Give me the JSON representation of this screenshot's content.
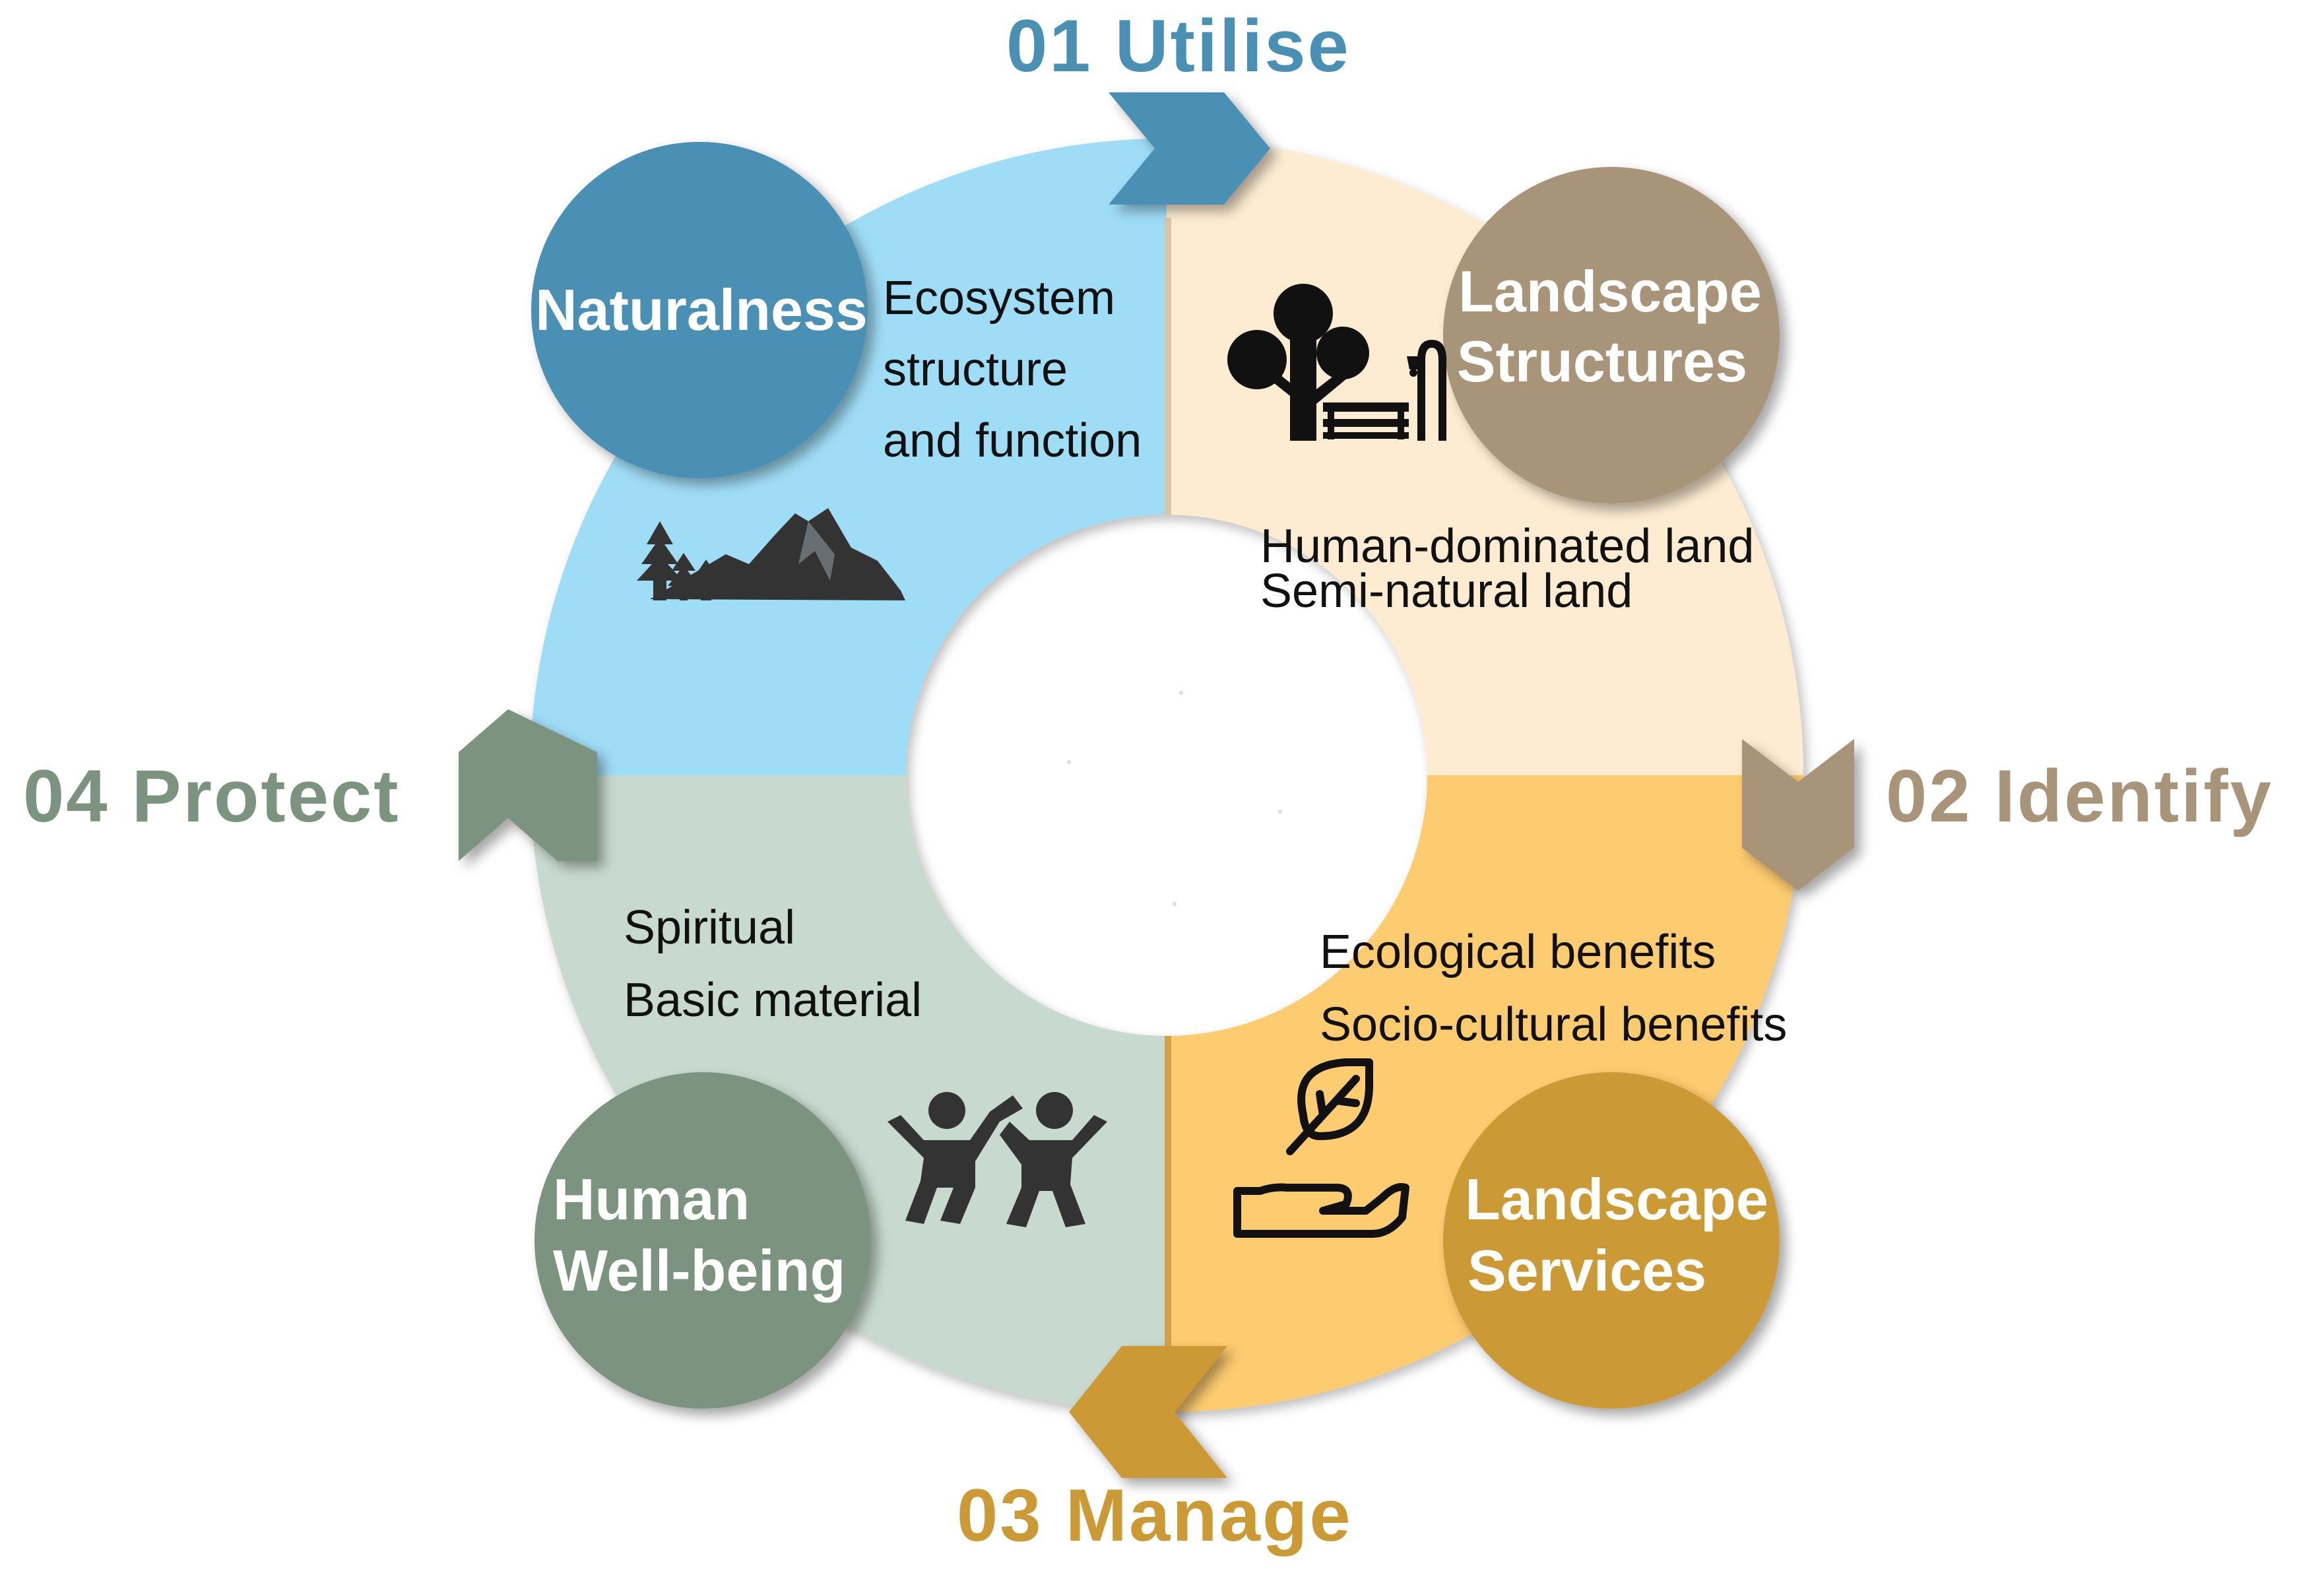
{
  "steps": {
    "utilise": "01 Utilise",
    "identify": "02 Identify",
    "manage": "03 Manage",
    "protect": "04 Protect"
  },
  "nodes": {
    "naturalness": {
      "label": "Naturalness"
    },
    "landscape_structures": {
      "line1": "Landscape",
      "line2": "Structures"
    },
    "landscape_services": {
      "line1": "Landscape",
      "line2": "Services"
    },
    "human_wellbeing": {
      "line1": "Human",
      "line2": "Well-being"
    }
  },
  "descriptions": {
    "naturalness": [
      "Ecosystem",
      "structure",
      "and function"
    ],
    "landscape_structures": [
      "Human-dominated land",
      "Semi-natural land"
    ],
    "landscape_services": [
      "Ecological benefits",
      "Socio-cultural benefits"
    ],
    "human_wellbeing": [
      "Spiritual",
      "Basic material"
    ]
  },
  "icons": {
    "naturalness": "mountain-forest-icon",
    "landscape_structures": "tree-bench-lamp-icon",
    "landscape_services": "leaf-hand-icon",
    "human_wellbeing": "people-celebrating-icon"
  },
  "colors": {
    "utilise": "#4a90b4",
    "identify": "#a89479",
    "manage": "#cc9a35",
    "protect": "#7b937f",
    "quadrant_naturalness": "#9fdcf6",
    "quadrant_structures": "#fdebd2",
    "quadrant_services": "#fdcb6f",
    "quadrant_wellbeing": "#c8dacf"
  }
}
